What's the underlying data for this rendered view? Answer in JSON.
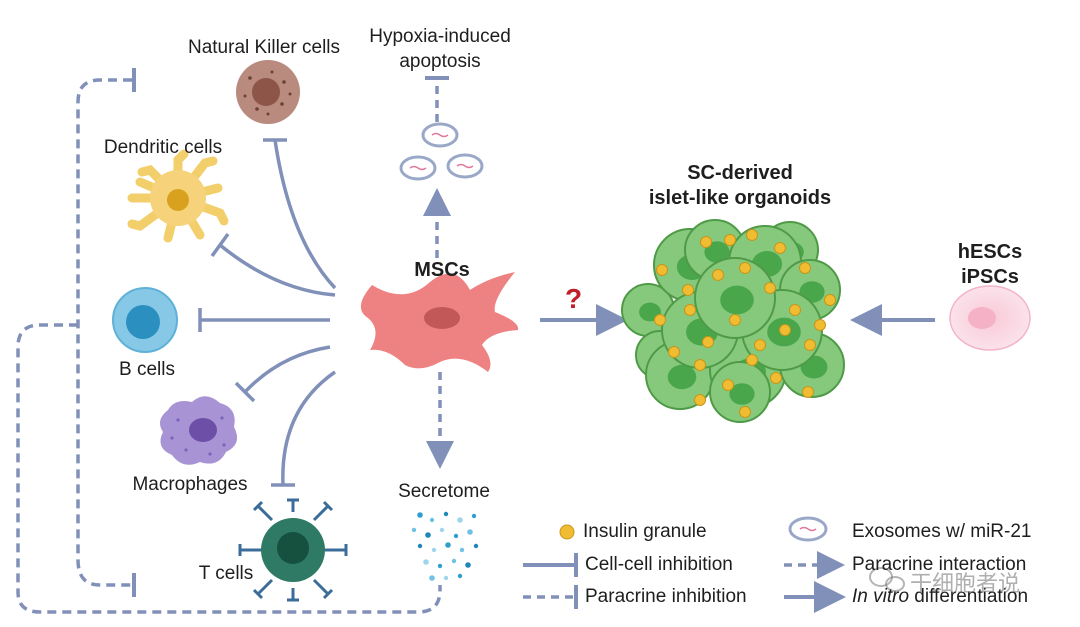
{
  "labels": {
    "nk_cells": "Natural Killer cells",
    "hypoxia_line1": "Hypoxia-induced",
    "hypoxia_line2": "apoptosis",
    "dendritic_cells": "Dendritic cells",
    "b_cells": "B cells",
    "macrophages": "Macrophages",
    "t_cells": "T cells",
    "mscs": "MSCs",
    "secretome": "Secretome",
    "question_mark": "?",
    "organoid_line1": "SC-derived",
    "organoid_line2": "islet-like organoids",
    "stem_line1": "hESCs",
    "stem_line2": "iPSCs"
  },
  "legend": {
    "insulin_granule": "Insulin granule",
    "exosomes": "Exosomes w/ miR-21",
    "cell_cell_inhibition": "Cell-cell inhibition",
    "paracrine_interaction": "Paracrine interaction",
    "paracrine_inhibition": "Paracrine inhibition",
    "in_vitro_prefix": "In vitro",
    "in_vitro_suffix": " differentiation"
  },
  "watermark": "干细胞者说",
  "colors": {
    "arrow": "#8090b8",
    "msc": "#ee8282",
    "organoid": "#7cc071",
    "granule": "#f0bd32",
    "question": "#c0202a"
  }
}
